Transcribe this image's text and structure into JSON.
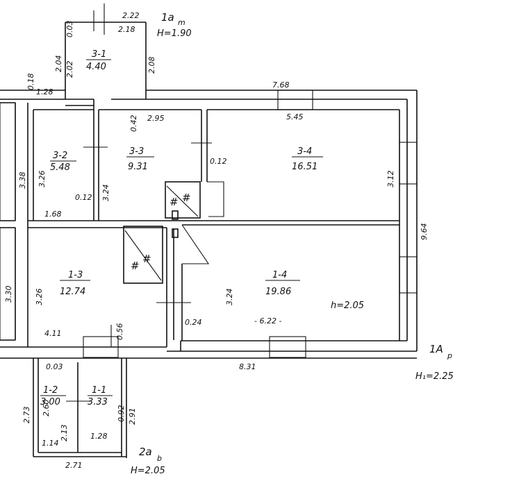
{
  "rooms": {
    "r3_1": {
      "num": "3-1",
      "area": "4.40"
    },
    "r3_2": {
      "num": "3-2",
      "area": "5.48"
    },
    "r3_3": {
      "num": "3-3",
      "area": "9.31"
    },
    "r3_4": {
      "num": "3-4",
      "area": "16.51"
    },
    "r1_3": {
      "num": "1-3",
      "area": "12.74"
    },
    "r1_4": {
      "num": "1-4",
      "area": "19.86"
    },
    "r1_2": {
      "num": "1-2",
      "area": "3.00"
    },
    "r1_1": {
      "num": "1-1",
      "area": "3.33"
    }
  },
  "block_labels": {
    "top_block": "1a",
    "top_block_sub": "m",
    "top_height": "H=1.90",
    "main_block": "1A",
    "main_block_sub": "p",
    "main_height": "H₁=2.25",
    "bottom_block": "2a",
    "bottom_block_sub": "b",
    "bottom_height": "H=2.05",
    "room_height": "h=2.05"
  },
  "dims": {
    "d2_22": "2.22",
    "d2_18": "2.18",
    "d0_03a": "0.03",
    "d2_04": "2.04",
    "d2_02": "2.02",
    "d2_08": "2.08",
    "d0_18": "0.18",
    "d1_28": "1.28",
    "d7_68": "7.68",
    "d5_45": "5.45",
    "d0_42": "0.42",
    "d2_95": "2.95",
    "d3_38": "3.38",
    "d3_26a": "3.26",
    "d3_24a": "3.24",
    "d0_12a": "0.12",
    "d0_12b": "0.12",
    "d1_68": "1.68",
    "d3_12": "3.12",
    "d9_64": "9.64",
    "d3_30": "3.30",
    "d3_26b": "3.26",
    "d3_24b": "3.24",
    "d4_11": "4.11",
    "d0_56": "0.56",
    "d0_24": "0.24",
    "d6_22": "- 6.22 -",
    "d8_31": "8.31",
    "d0_03b": "0.03",
    "d2_73": "2.73",
    "d2_60": "2.60",
    "d1_14": "1.14",
    "d2_13": "2.13",
    "d2_91": "2.91",
    "d0_92": "0.92",
    "d1_28b": "1.28",
    "d2_71": "2.71"
  }
}
